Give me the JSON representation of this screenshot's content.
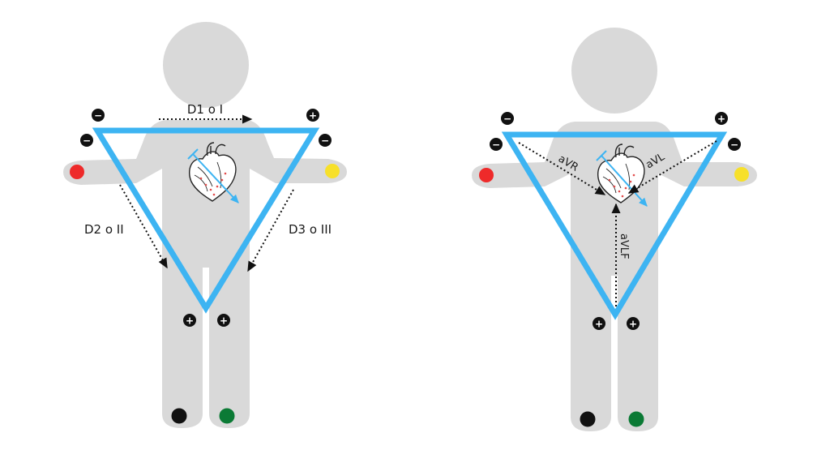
{
  "colors": {
    "body": "#d9d9d9",
    "triangle": "#3db4f2",
    "electrode_red": "#ee2a2a",
    "electrode_yellow": "#f7e02a",
    "electrode_black": "#111111",
    "electrode_green": "#0b7a35",
    "marker": "#111111"
  },
  "signs": {
    "positive": "+",
    "negative": "−"
  },
  "left_figure": {
    "leads": {
      "d1": "D1 o I",
      "d2": "D2 o II",
      "d3": "D3 o III"
    }
  },
  "right_figure": {
    "leads": {
      "avr": "aVR",
      "avl": "aVL",
      "avf": "aVLF"
    }
  },
  "icons": [
    "heart-icon",
    "heart-axis-arrow-icon"
  ]
}
